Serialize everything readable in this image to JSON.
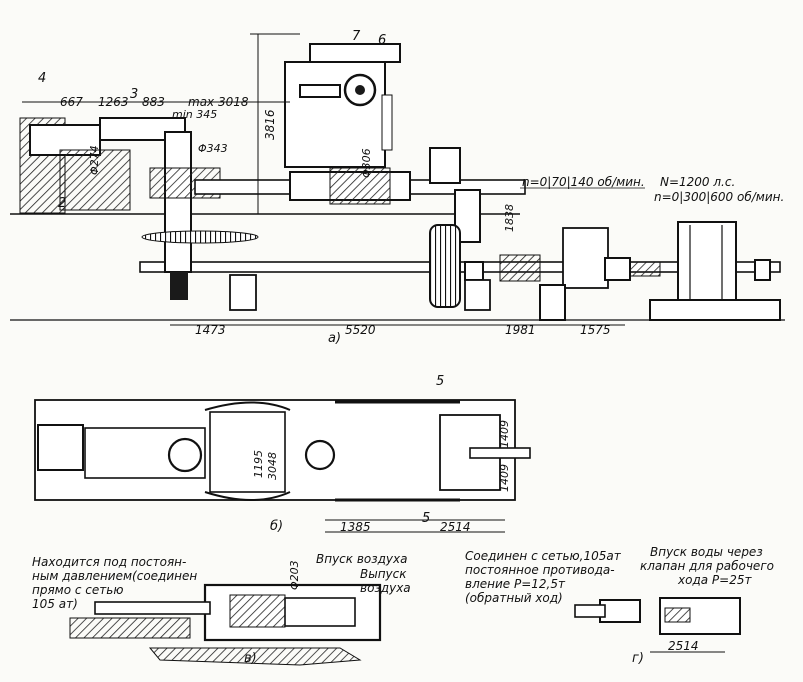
{
  "view_a": {
    "callout_4": "4",
    "callout_3": "3",
    "callout_2": "2",
    "callout_6": "6",
    "callout_7": "7",
    "dim_667": "667",
    "dim_1263": "1263",
    "dim_883": "883",
    "dim_max": "max 3018",
    "dim_min": "min 345",
    "dim_3816": "3816",
    "dim_phi343": "Φ343",
    "dim_phi306": "Φ306",
    "dim_phi274": "Φ274",
    "dim_1838": "1838",
    "speed_label": "n=0|70|140 об/мин.",
    "motor_power": "N=1200 л.с.",
    "motor_speed": "n=0|300|600 об/мин.",
    "dim_1473": "1473",
    "dim_5520": "5520",
    "dim_1981": "1981",
    "dim_1575": "1575",
    "label": "а)"
  },
  "view_b": {
    "callout_5_top": "5",
    "callout_5_bottom": "5",
    "dim_1195": "1195",
    "dim_3048": "3048",
    "dim_1409_a": "1409",
    "dim_1409_b": "1409",
    "dim_1385": "1385",
    "dim_2514": "2514",
    "label": "б)"
  },
  "view_c": {
    "note_line1": "Находится под постоян-",
    "note_line2": "ным давлением(соединен",
    "note_line3": "прямо с      сетью",
    "note_line4": "105 ат)",
    "air_inlet": "Впуск воздуха",
    "air_outlet_1": "Выпуск",
    "air_outlet_2": "воздуха",
    "dim_phi203": "Φ203",
    "label": "в)"
  },
  "view_d": {
    "note1_line1": "Соединен с сетью,105ат",
    "note1_line2": "постоянное противода-",
    "note1_line3": "вление P=12,5т",
    "note1_line4": "(обратный ход)",
    "note2_line1": "Впуск воды через",
    "note2_line2": "клапан для рабочего",
    "note2_line3": "хода P=25т",
    "dim_2514": "2514",
    "label": "г)"
  }
}
